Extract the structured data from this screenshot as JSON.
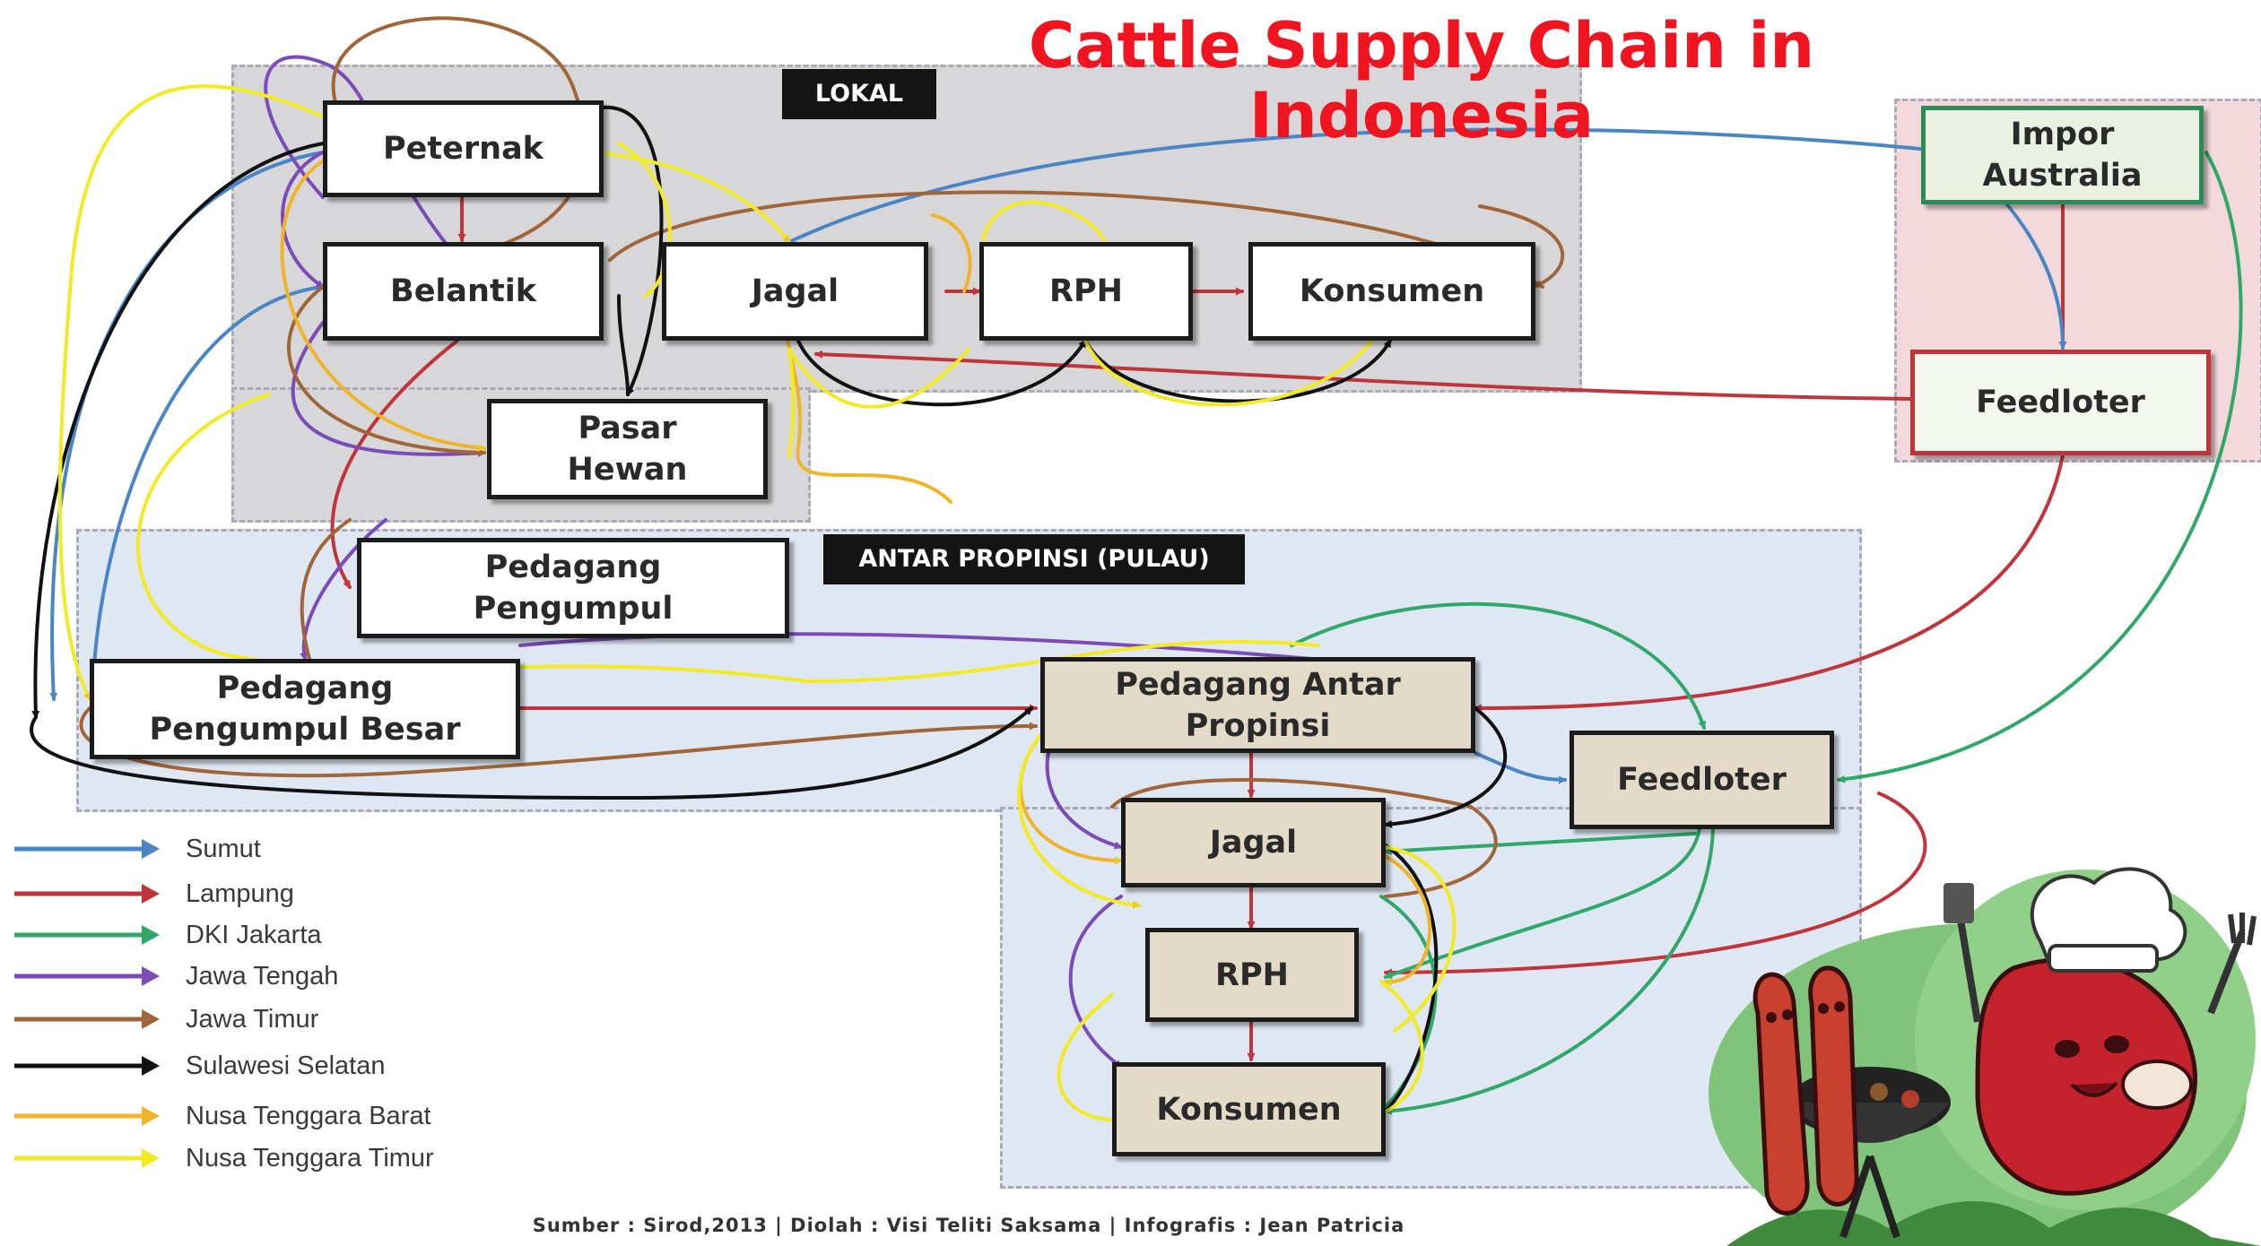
{
  "title": "Cattle Supply Chain in\nIndonesia",
  "regions": {
    "lokal": "LOKAL",
    "antar_propinsi": "ANTAR PROPINSI (PULAU)"
  },
  "nodes": {
    "peternak": "Peternak",
    "belantik": "Belantik",
    "jagal_lokal": "Jagal",
    "rph_lokal": "RPH",
    "konsumen_lokal": "Konsumen",
    "pasar_hewan": "Pasar\nHewan",
    "pedagang_pengumpul": "Pedagang\nPengumpul",
    "pedagang_pengumpul_besar": "Pedagang\nPengumpul Besar",
    "pedagang_antar_propinsi": "Pedagang Antar\nPropinsi",
    "jagal_antar": "Jagal",
    "rph_antar": "RPH",
    "konsumen_antar": "Konsumen",
    "feedloter_antar": "Feedloter",
    "impor_australia": "Impor\nAustralia",
    "feedloter_impor": "Feedloter"
  },
  "legend": [
    {
      "label": "Sumut",
      "color": "#4a86c6"
    },
    {
      "label": "Lampung",
      "color": "#c0343c"
    },
    {
      "label": "DKI Jakarta",
      "color": "#2fa86a"
    },
    {
      "label": "Jawa Tengah",
      "color": "#7b4bb8"
    },
    {
      "label": "Jawa Timur",
      "color": "#a0663a"
    },
    {
      "label": "Sulawesi Selatan",
      "color": "#111111"
    },
    {
      "label": "Nusa Tenggara Barat",
      "color": "#f0b42a"
    },
    {
      "label": "Nusa Tenggara Timur",
      "color": "#f2ea24"
    }
  ],
  "source": "Sumber : Sirod,2013  |  Diolah : Visi Teliti Saksama  |  Infografis : Jean Patricia"
}
